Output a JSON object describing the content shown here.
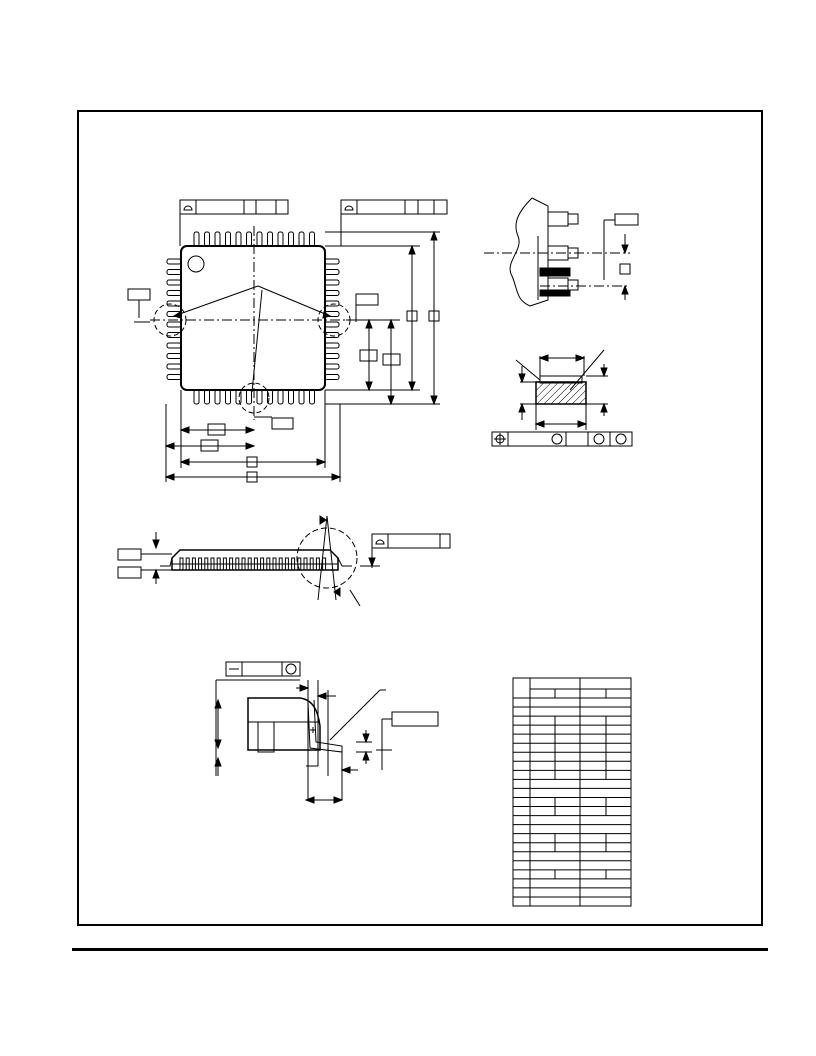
{
  "page": {
    "background": "#ffffff",
    "ink": "#000000",
    "hatch": "#000000"
  },
  "drawing": {
    "views": [
      "top-view",
      "lead-detail-view",
      "lead-section-view",
      "side-view",
      "seating-detail-view",
      "dimension-table"
    ],
    "pin_count_per_side": 12,
    "icons": [
      "flatness-icon",
      "position-icon",
      "straightness-icon",
      "datum-circle-icon"
    ]
  }
}
